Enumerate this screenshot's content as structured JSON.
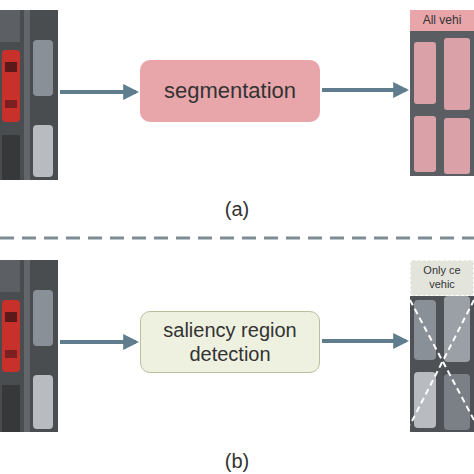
{
  "diagram": {
    "nodes": [
      {
        "text": [
          "segmentation"
        ]
      },
      {
        "text": [
          "All vehi"
        ]
      },
      {
        "text": [
          "saliency region detection"
        ]
      },
      {
        "text": [
          "Only ce vehic"
        ]
      }
    ],
    "edges": [
      {
        "from": 0,
        "to": 1,
        "arrow": "to"
      },
      {
        "from": 2,
        "to": 3,
        "arrow": "to"
      }
    ],
    "labels": [
      "(a)",
      "(b)"
    ]
  }
}
